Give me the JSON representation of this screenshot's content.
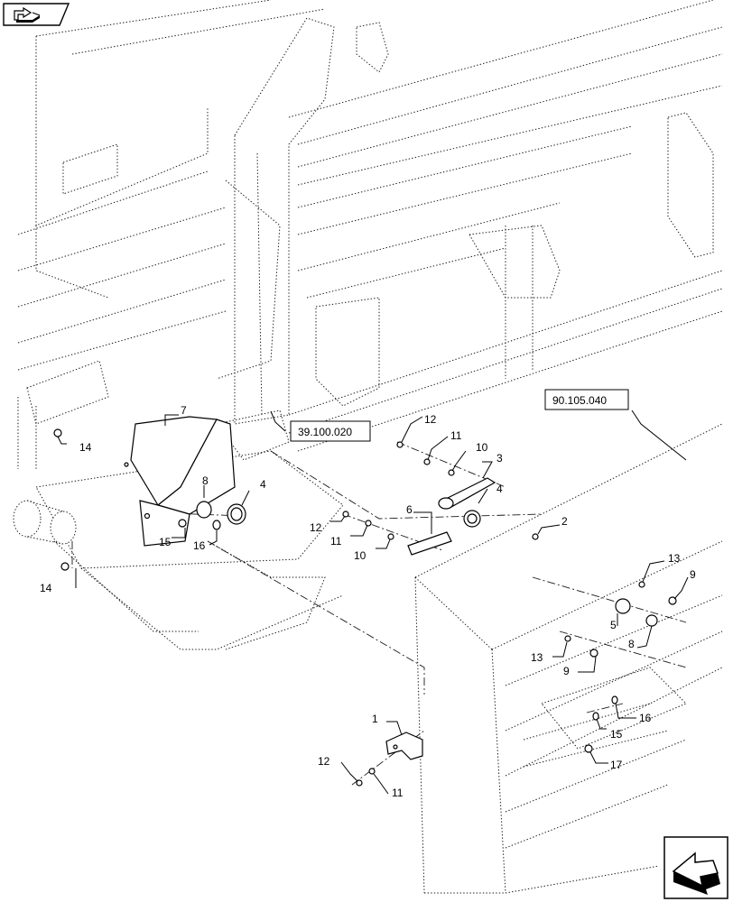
{
  "references": {
    "ref_top": "39.100.020",
    "ref_right": "90.105.040"
  },
  "callouts": [
    "7",
    "8",
    "4",
    "15",
    "16",
    "14",
    "14",
    "12",
    "11",
    "10",
    "3",
    "4",
    "6",
    "2",
    "12",
    "11",
    "10",
    "13",
    "9",
    "5",
    "8",
    "13",
    "9",
    "1",
    "16",
    "15",
    "17",
    "12",
    "11"
  ],
  "icons": {
    "top_left": "previous-page-arrow-icon",
    "bottom_right": "next-page-arrow-icon"
  }
}
